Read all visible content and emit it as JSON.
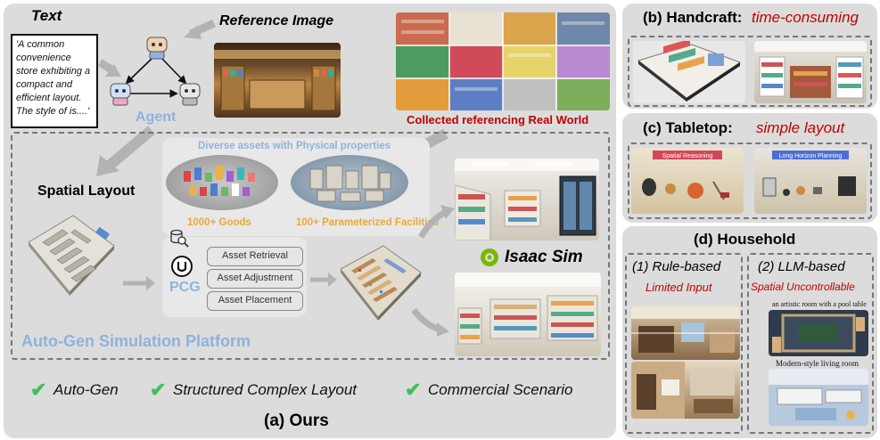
{
  "ours": {
    "text_label": "Text",
    "text_quote": "'A common convenience store exhibiting a compact and efficient layout. The style of is....'",
    "reference_label": "Reference Image",
    "agent_label": "Agent",
    "collected_label": "Collected referencing Real World",
    "diverse_label": "Diverse assets with Physical properties",
    "goods_label": "1000+ Goods",
    "facilities_label": "100+ Parameterized Facilities",
    "spatial_label": "Spatial Layout",
    "pcg_label": "PCG",
    "buttons": [
      "Asset Retrieval",
      "Asset Adjustment",
      "Asset Placement"
    ],
    "isaac_label": "Isaac Sim",
    "platform_label": "Auto-Gen Simulation Platform",
    "checks": [
      "Auto-Gen",
      "Structured Complex Layout",
      "Commercial Scenario"
    ],
    "caption": "(a) Ours"
  },
  "handcraft": {
    "title": "(b) Handcraft:",
    "note": "time-consuming"
  },
  "tabletop": {
    "title": "(c) Tabletop:",
    "note": "simple layout",
    "img1_label": "Spatial Reasoning",
    "img2_label": "Long Horizon Planning"
  },
  "household": {
    "title": "(d) Household",
    "rule_title": "(1) Rule-based",
    "rule_note": "Limited Input",
    "llm_title": "(2) LLM-based",
    "llm_note": "Spatial Uncontrollable",
    "llm_img1_caption": "an artistic room with a pool table",
    "llm_img2_caption": "Modern-style living room"
  },
  "colors": {
    "panel": "#dcdcdc",
    "red_note": "#c00000",
    "blue_label": "#8eb3db",
    "orange_label": "#e8a93a",
    "check": "#3fbf5a"
  }
}
